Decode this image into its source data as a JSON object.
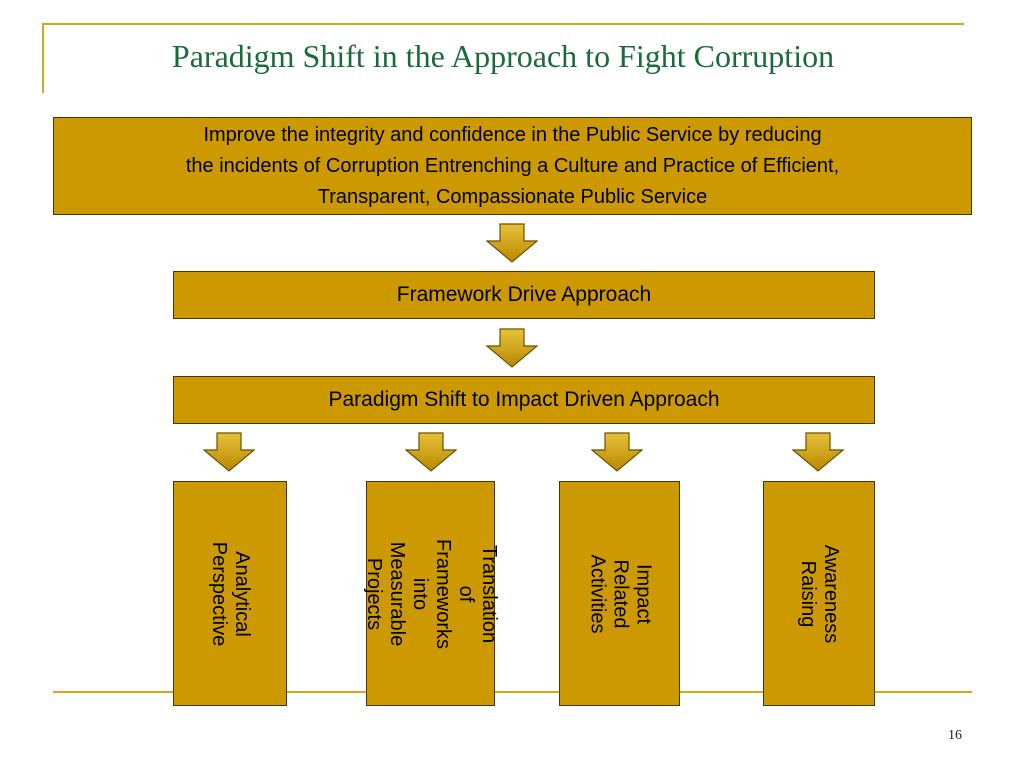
{
  "slide": {
    "title": "Paradigm Shift in the Approach to Fight Corruption",
    "page_number": "16"
  },
  "goal": {
    "lines": [
      "Improve the integrity and confidence in the Public Service by reducing",
      "the incidents of Corruption Entrenching a Culture and Practice of Efficient,",
      "Transparent, Compassionate Public Service"
    ]
  },
  "framework": {
    "label": "Framework Drive Approach"
  },
  "paradigm": {
    "label": "Paradigm Shift to Impact Driven Approach"
  },
  "columns": [
    {
      "label": "Analytical\nPerspective"
    },
    {
      "label": "Translation of\nFrameworks into\nMeasurable\nProjects"
    },
    {
      "label": "Impact Related\nActivities"
    },
    {
      "label": "Awareness\nRaising"
    }
  ],
  "colors": {
    "box_fill": "#cc9900",
    "title_text": "#1a6b3a",
    "rule": "#d9a520"
  },
  "icons": [
    "down-arrow-icon"
  ]
}
